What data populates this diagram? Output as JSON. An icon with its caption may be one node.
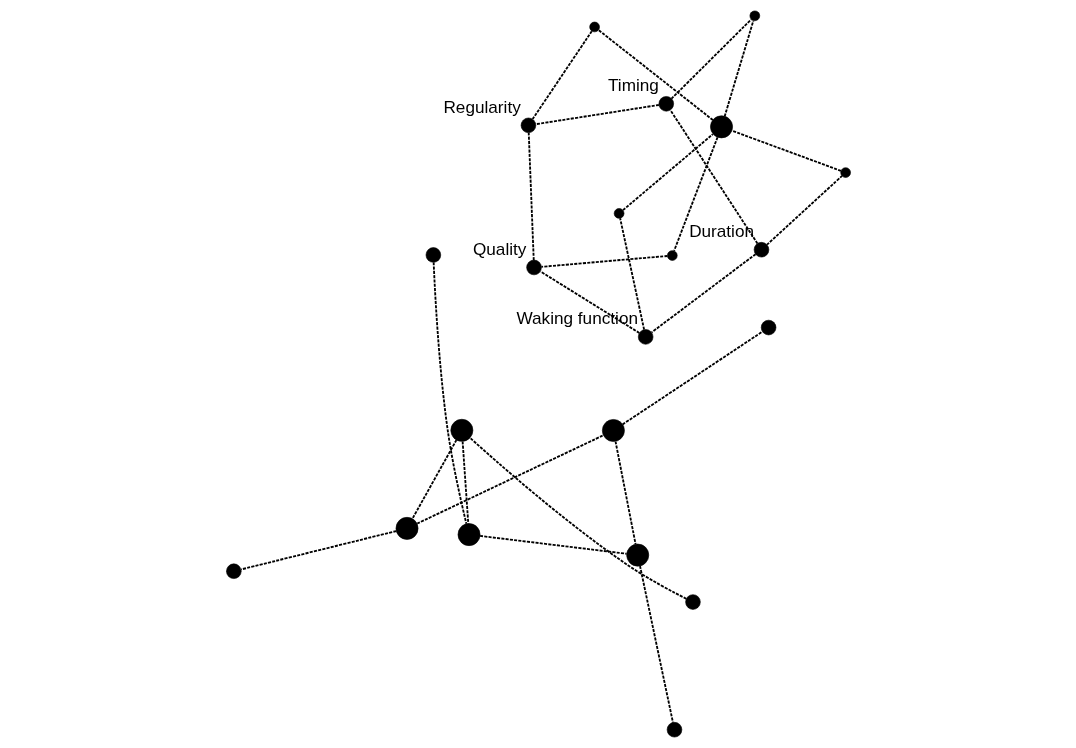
{
  "diagram": {
    "nodes": [
      {
        "text": [],
        "shape": "circle"
      },
      {
        "text": [],
        "shape": "circle",
        "beside": [
          "Duration"
        ]
      },
      {
        "text": [],
        "shape": "circle",
        "beside": [
          "Waking function"
        ]
      },
      {
        "text": [],
        "shape": "circle"
      },
      {
        "text": [],
        "shape": "circle"
      },
      {
        "text": [],
        "shape": "circle"
      },
      {
        "text": [],
        "shape": "circle"
      },
      {
        "text": [],
        "shape": "circle"
      },
      {
        "text": [],
        "shape": "circle"
      },
      {
        "text": [],
        "shape": "circle"
      },
      {
        "text": [],
        "shape": "circle"
      },
      {
        "text": [],
        "shape": "circle"
      },
      {
        "text": [],
        "shape": "circle"
      },
      {
        "text": [],
        "shape": "circle",
        "beside": [
          "Quality"
        ]
      },
      {
        "text": [],
        "shape": "circle",
        "beside": [
          "Timing"
        ]
      },
      {
        "text": [],
        "shape": "circle"
      },
      {
        "text": [],
        "shape": "circle"
      },
      {
        "text": [],
        "shape": "circle"
      },
      {
        "text": [],
        "shape": "circle"
      },
      {
        "text": [],
        "shape": "circle"
      },
      {
        "text": [],
        "shape": "circle",
        "beside": [
          "Regularity"
        ]
      }
    ],
    "edges": [
      {
        "from": 1,
        "to": 2,
        "arrow": "none",
        "style": "dashed"
      },
      {
        "from": 0,
        "to": 4,
        "arrow": "none",
        "style": "dashed"
      },
      {
        "from": 2,
        "to": 3,
        "arrow": "none",
        "style": "dashed"
      },
      {
        "from": 1,
        "to": 14,
        "arrow": "none",
        "style": "dashed"
      },
      {
        "from": 1,
        "to": 8,
        "arrow": "none",
        "style": "dashed"
      },
      {
        "from": 2,
        "to": 13,
        "arrow": "none",
        "style": "dashed"
      },
      {
        "from": 4,
        "to": 5,
        "arrow": "none",
        "style": "dashed"
      },
      {
        "from": 5,
        "to": 7,
        "arrow": "none",
        "style": "dashed"
      },
      {
        "from": 3,
        "to": 10,
        "arrow": "none",
        "style": "dashed"
      },
      {
        "from": 4,
        "to": 11,
        "arrow": "none",
        "style": "dashed"
      },
      {
        "from": 6,
        "to": 11,
        "arrow": "none",
        "style": "dashed"
      },
      {
        "from": 8,
        "to": 10,
        "arrow": "none",
        "style": "dashed"
      },
      {
        "from": 10,
        "to": 9,
        "arrow": "none",
        "style": "dashed"
      },
      {
        "from": 9,
        "to": 13,
        "arrow": "none",
        "style": "dashed"
      },
      {
        "from": 5,
        "to": 12,
        "arrow": "none",
        "style": "dashed"
      },
      {
        "from": 10,
        "to": 15,
        "arrow": "none",
        "style": "dashed"
      },
      {
        "from": 10,
        "to": 17,
        "arrow": "none",
        "style": "dashed"
      },
      {
        "from": 11,
        "to": 16,
        "arrow": "none",
        "style": "dashed"
      },
      {
        "from": 12,
        "to": 16,
        "arrow": "none",
        "style": "dashed"
      },
      {
        "from": 12,
        "to": 19,
        "arrow": "none",
        "style": "dashed"
      },
      {
        "from": 14,
        "to": 15,
        "arrow": "none",
        "style": "dashed"
      },
      {
        "from": 14,
        "to": 20,
        "arrow": "none",
        "style": "dashed"
      },
      {
        "from": 16,
        "to": 18,
        "arrow": "none",
        "style": "dashed"
      },
      {
        "from": 17,
        "to": 20,
        "arrow": "none",
        "style": "dashed"
      },
      {
        "from": 13,
        "to": 20,
        "arrow": "none",
        "style": "dashed"
      }
    ]
  }
}
